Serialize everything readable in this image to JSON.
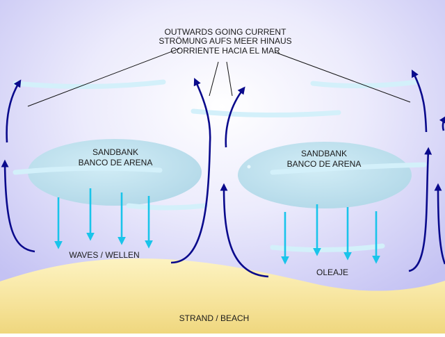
{
  "labels": {
    "outward_current": [
      "OUTWARDS GOING CURRENT",
      "STRÖMUNG AUFS MEER HINAUS",
      "CORRIENTE HACIA EL MAR"
    ],
    "sandbank_left": [
      "SANDBANK",
      "BANCO DE ARENA"
    ],
    "sandbank_right": [
      "SANDBANK",
      "BANCO DE ARENA"
    ],
    "waves": "WAVES / WELLEN",
    "oleaje": "OLEAJE",
    "beach": "STRAND / BEACH"
  },
  "colors": {
    "sky_center": "#ffffff",
    "sky_edge": "#c8c6f4",
    "sandbank_fill": "#bfe0ee",
    "wave_crest": "#d8f2fb",
    "current_arrow": "#0a0a8c",
    "wave_arrow": "#19c4ea",
    "sand_light": "#fbeeb0",
    "sand_dark": "#efd57a"
  },
  "icons": {
    "current": "curved-arrow-icon",
    "wave": "down-arrow-icon"
  }
}
